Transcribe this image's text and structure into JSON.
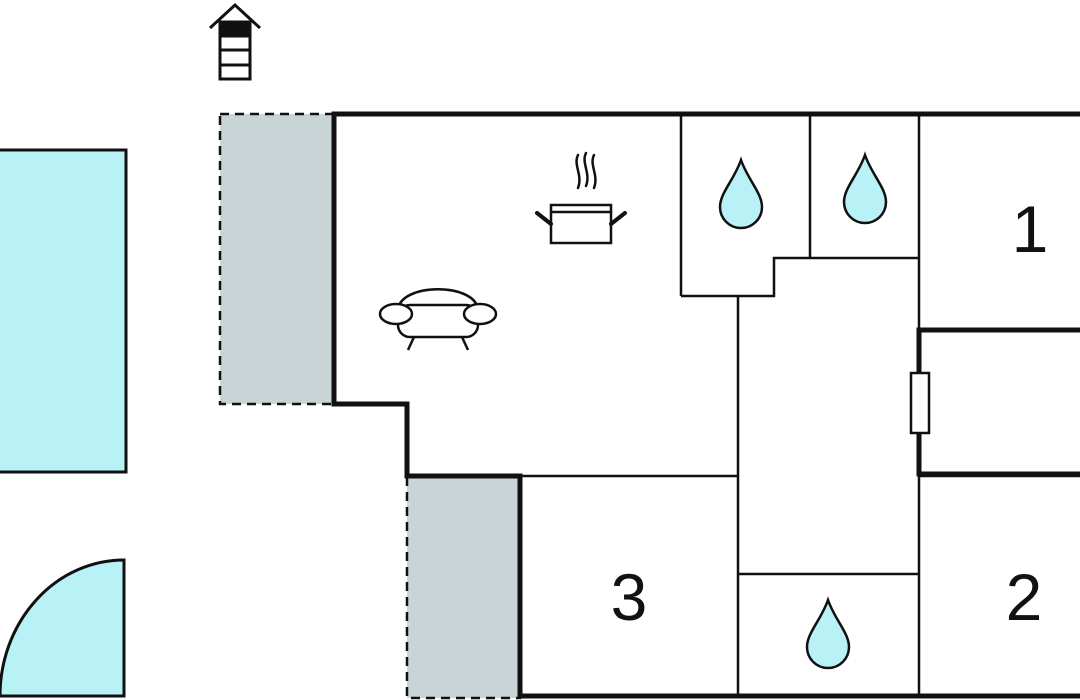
{
  "floorplan": {
    "rooms": [
      {
        "number": "1",
        "type": "bedroom"
      },
      {
        "number": "2",
        "type": "bedroom"
      },
      {
        "number": "3",
        "type": "bedroom"
      }
    ],
    "icons": [
      "north-arrow-icon",
      "kitchen-pot-icon",
      "sofa-icon",
      "water-drop-icon",
      "radiator-icon",
      "pool-icon",
      "terrace-icon"
    ],
    "colors": {
      "wall": "#111111",
      "water": "#b8f2f7",
      "terrace": "#c9d4d7",
      "background": "#ffffff"
    }
  }
}
